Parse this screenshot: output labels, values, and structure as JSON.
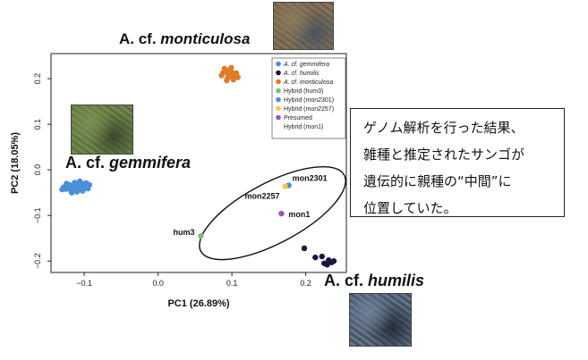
{
  "chart_data": {
    "type": "scatter",
    "xlabel": "PC1 (26.89%)",
    "ylabel": "PC2 (18.05%)",
    "xlim": [
      -0.145,
      0.255
    ],
    "ylim": [
      -0.225,
      0.255
    ],
    "x_ticks": [
      {
        "v": -0.1,
        "t": "−0.1"
      },
      {
        "v": 0.0,
        "t": "0.0"
      },
      {
        "v": 0.1,
        "t": "0.1"
      },
      {
        "v": 0.2,
        "t": "0.2"
      }
    ],
    "y_ticks": [
      {
        "v": 0.2,
        "t": "0.2"
      },
      {
        "v": 0.1,
        "t": "0.1"
      },
      {
        "v": 0.0,
        "t": "0.0"
      },
      {
        "v": -0.1,
        "t": "−0.1"
      },
      {
        "v": -0.2,
        "t": "−0.2"
      }
    ],
    "grid": false,
    "legend_position": "top-right",
    "series": [
      {
        "legend": "A. cf. gemmifera",
        "color": "#4a90d9",
        "points": [
          [
            -0.125,
            -0.042
          ],
          [
            -0.122,
            -0.038
          ],
          [
            -0.118,
            -0.045
          ],
          [
            -0.115,
            -0.035
          ],
          [
            -0.112,
            -0.04
          ],
          [
            -0.11,
            -0.048
          ],
          [
            -0.108,
            -0.033
          ],
          [
            -0.105,
            -0.038
          ],
          [
            -0.103,
            -0.043
          ],
          [
            -0.1,
            -0.03
          ],
          [
            -0.098,
            -0.036
          ],
          [
            -0.095,
            -0.041
          ],
          [
            -0.113,
            -0.028
          ],
          [
            -0.12,
            -0.033
          ],
          [
            -0.128,
            -0.038
          ],
          [
            -0.117,
            -0.05
          ],
          [
            -0.106,
            -0.025
          ],
          [
            -0.102,
            -0.046
          ],
          [
            -0.109,
            -0.036
          ],
          [
            -0.114,
            -0.044
          ],
          [
            -0.097,
            -0.029
          ],
          [
            -0.124,
            -0.03
          ],
          [
            -0.111,
            -0.031
          ],
          [
            -0.104,
            -0.034
          ],
          [
            -0.119,
            -0.041
          ],
          [
            -0.107,
            -0.044
          ],
          [
            -0.101,
            -0.039
          ],
          [
            -0.116,
            -0.037
          ],
          [
            -0.13,
            -0.043
          ],
          [
            -0.093,
            -0.033
          ]
        ]
      },
      {
        "legend": "A. cf. humilis",
        "color": "#1c1540",
        "points": [
          [
            0.198,
            -0.172
          ],
          [
            0.213,
            -0.192
          ],
          [
            0.222,
            -0.19
          ],
          [
            0.231,
            -0.198
          ],
          [
            0.225,
            -0.205
          ],
          [
            0.235,
            -0.203
          ],
          [
            0.229,
            -0.208
          ],
          [
            0.238,
            -0.2
          ]
        ]
      },
      {
        "legend": "A. cf. monticulosa",
        "color": "#e07b2a",
        "points": [
          [
            0.088,
            0.213
          ],
          [
            0.095,
            0.21
          ],
          [
            0.098,
            0.205
          ],
          [
            0.092,
            0.218
          ],
          [
            0.1,
            0.214
          ],
          [
            0.094,
            0.201
          ],
          [
            0.104,
            0.208
          ],
          [
            0.09,
            0.222
          ],
          [
            0.097,
            0.219
          ],
          [
            0.102,
            0.198
          ],
          [
            0.108,
            0.203
          ],
          [
            0.086,
            0.207
          ],
          [
            0.099,
            0.224
          ],
          [
            0.093,
            0.196
          ],
          [
            0.106,
            0.212
          ]
        ]
      },
      {
        "legend": "Hybrid (hum3)",
        "color": "#7ac06a",
        "points": [
          [
            0.058,
            -0.145
          ]
        ]
      },
      {
        "legend": "Hybrid (mon2301)",
        "color": "#4a90d9",
        "points": [
          [
            0.177,
            -0.034
          ]
        ]
      },
      {
        "legend": "Hybrid (mon2257)",
        "color": "#f2c94c",
        "points": [
          [
            0.172,
            -0.036
          ]
        ]
      },
      {
        "legend": [
          "Presumed",
          "Hybrid (mon1)"
        ],
        "color": "#9b4fbf",
        "points": [
          [
            0.167,
            -0.096
          ]
        ]
      }
    ],
    "point_labels": [
      {
        "text": "mon2301",
        "x": 0.177,
        "y": -0.034
      },
      {
        "text": "mon2257",
        "x": 0.172,
        "y": -0.036
      },
      {
        "text": "mon1",
        "x": 0.167,
        "y": -0.096
      },
      {
        "text": "hum3",
        "x": 0.058,
        "y": -0.145
      }
    ],
    "annotations": [
      {
        "kind": "ellipse",
        "center": [
          0.155,
          -0.095
        ],
        "rx": 0.11,
        "ry": 0.12,
        "angle_deg": 28
      }
    ]
  },
  "labels": {
    "monticulosa_prefix": "A. cf.",
    "monticulosa_name": "monticulosa",
    "gemmifera_prefix": "A. cf.",
    "gemmifera_name": "gemmifera",
    "humilis_prefix": "A. cf.",
    "humilis_name": "humilis"
  },
  "callout": {
    "lines": [
      "ゲノム解析を行った結果、",
      "雑種と推定されたサンゴが",
      "遺伝的に親種の“中間”に",
      "位置していた。"
    ]
  },
  "photos": {
    "monticulosa": {
      "colors": [
        "#6b5a48",
        "#8a7a5c",
        "#4a5560"
      ]
    },
    "gemmifera": {
      "colors": [
        "#556b3a",
        "#7a8f52",
        "#3d4a2e"
      ]
    },
    "humilis": {
      "colors": [
        "#3c4a5a",
        "#6e7f96",
        "#262f3a"
      ]
    }
  }
}
